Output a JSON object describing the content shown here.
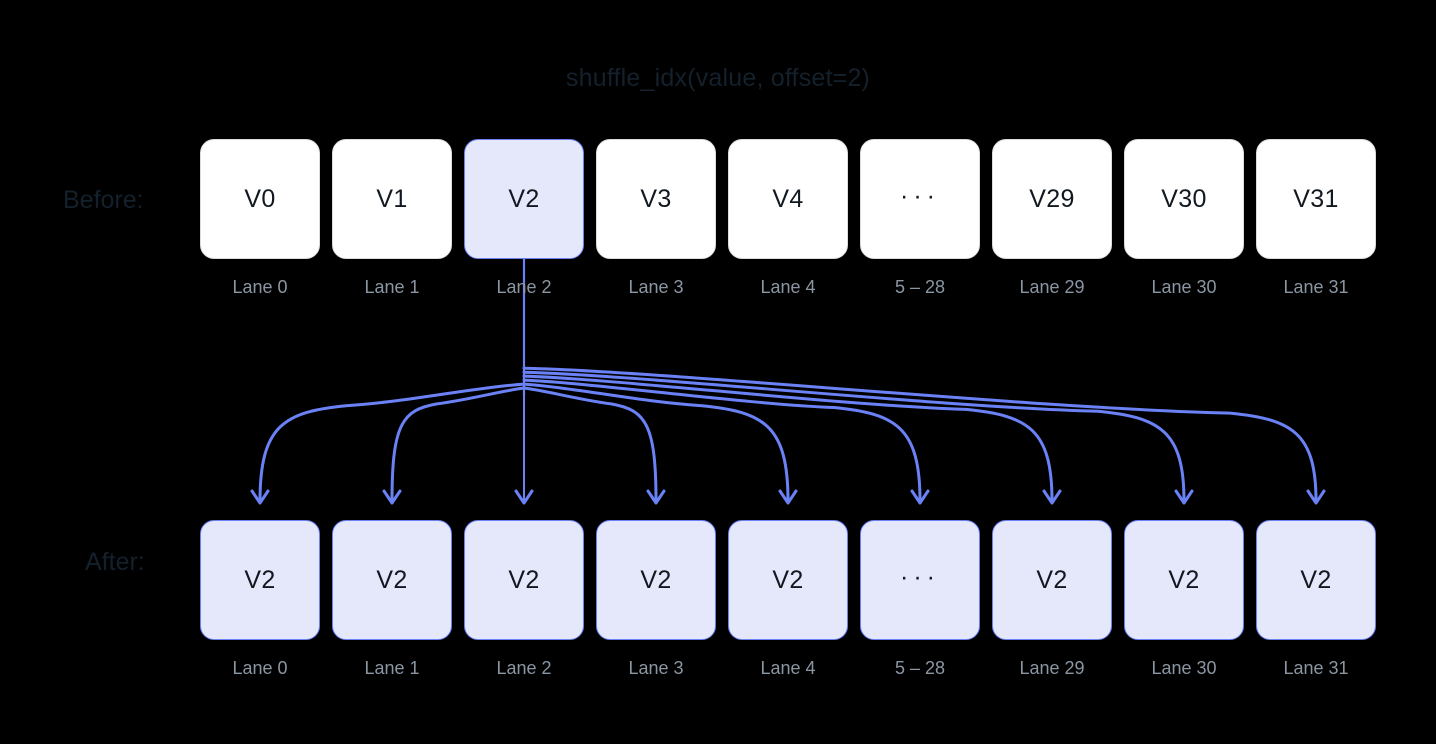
{
  "title": "shuffle_idx(value, offset=2)",
  "colors": {
    "background": "#000000",
    "title_text": "#14202c",
    "label_text": "#14202c",
    "lane_label_text": "#8b96a3",
    "box_fill_plain": "#ffffff",
    "box_border_plain": "#d8dce1",
    "box_fill_highlight": "#e5e8fb",
    "box_border_highlight": "#6b82f7",
    "box_text": "#111820",
    "arrow": "#6b82f7"
  },
  "before": {
    "row_label": "Before:",
    "cells": [
      {
        "value": "V0",
        "lane": "Lane 0",
        "highlight": false,
        "ellipsis": false
      },
      {
        "value": "V1",
        "lane": "Lane 1",
        "highlight": false,
        "ellipsis": false
      },
      {
        "value": "V2",
        "lane": "Lane 2",
        "highlight": true,
        "ellipsis": false
      },
      {
        "value": "V3",
        "lane": "Lane 3",
        "highlight": false,
        "ellipsis": false
      },
      {
        "value": "V4",
        "lane": "Lane 4",
        "highlight": false,
        "ellipsis": false
      },
      {
        "value": "···",
        "lane": "5 – 28",
        "highlight": false,
        "ellipsis": true
      },
      {
        "value": "V29",
        "lane": "Lane 29",
        "highlight": false,
        "ellipsis": false
      },
      {
        "value": "V30",
        "lane": "Lane 30",
        "highlight": false,
        "ellipsis": false
      },
      {
        "value": "V31",
        "lane": "Lane 31",
        "highlight": false,
        "ellipsis": false
      }
    ]
  },
  "after": {
    "row_label": "After:",
    "cells": [
      {
        "value": "V2",
        "lane": "Lane 0",
        "highlight": true,
        "ellipsis": false
      },
      {
        "value": "V2",
        "lane": "Lane 1",
        "highlight": true,
        "ellipsis": false
      },
      {
        "value": "V2",
        "lane": "Lane 2",
        "highlight": true,
        "ellipsis": false
      },
      {
        "value": "V2",
        "lane": "Lane 3",
        "highlight": true,
        "ellipsis": false
      },
      {
        "value": "V2",
        "lane": "Lane 4",
        "highlight": true,
        "ellipsis": false
      },
      {
        "value": "···",
        "lane": "5 – 28",
        "highlight": true,
        "ellipsis": true
      },
      {
        "value": "V2",
        "lane": "Lane 29",
        "highlight": true,
        "ellipsis": false
      },
      {
        "value": "V2",
        "lane": "Lane 30",
        "highlight": true,
        "ellipsis": false
      },
      {
        "value": "V2",
        "lane": "Lane 31",
        "highlight": true,
        "ellipsis": false
      }
    ]
  },
  "arrows": {
    "source_lane_index": 2,
    "description": "One arrow from Lane 2 of the Before row to every lane of the After row",
    "targets": [
      0,
      1,
      2,
      3,
      4,
      5,
      6,
      7,
      8
    ]
  }
}
